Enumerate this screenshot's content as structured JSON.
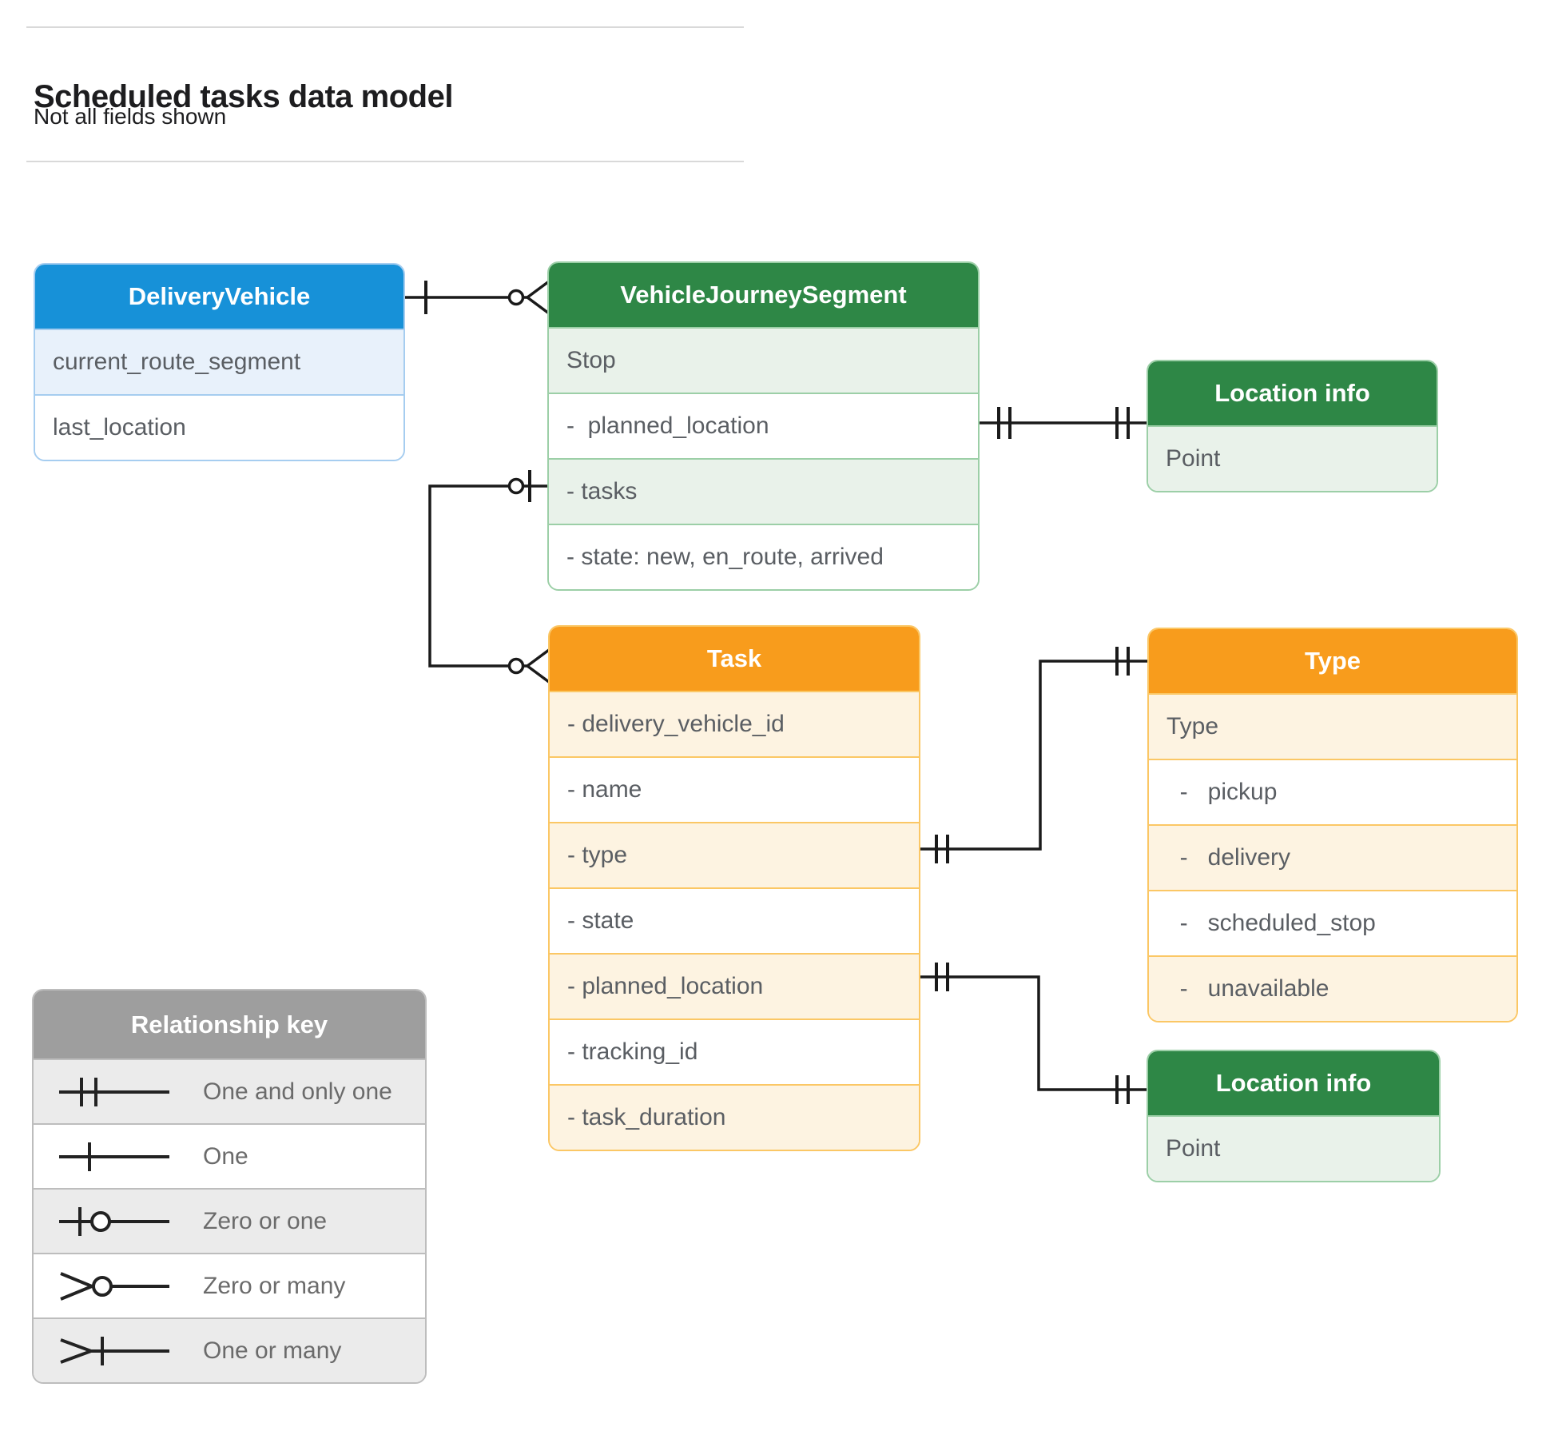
{
  "page": {
    "title": "Scheduled tasks data model",
    "subtitle": "Not all fields shown"
  },
  "entities": {
    "delivery_vehicle": {
      "title": "DeliveryVehicle",
      "rows": [
        "current_route_segment",
        "last_location"
      ]
    },
    "vehicle_journey_segment": {
      "title": "VehicleJourneySegment",
      "rows": [
        "Stop",
        "-  planned_location",
        "- tasks",
        "- state: new, en_route, arrived"
      ]
    },
    "location_info_top": {
      "title": "Location info",
      "rows": [
        "Point"
      ]
    },
    "task": {
      "title": "Task",
      "rows": [
        "- delivery_vehicle_id",
        "- name",
        "- type",
        "- state",
        "- planned_location",
        "- tracking_id",
        "- task_duration"
      ]
    },
    "type": {
      "title": "Type",
      "rows": [
        "Type",
        "  -   pickup",
        "  -   delivery",
        "  -   scheduled_stop",
        "  -   unavailable"
      ]
    },
    "location_info_bottom": {
      "title": "Location info",
      "rows": [
        "Point"
      ]
    }
  },
  "legend": {
    "title": "Relationship key",
    "items": [
      {
        "id": "one-and-only-one",
        "label": "One and only one"
      },
      {
        "id": "one",
        "label": "One"
      },
      {
        "id": "zero-or-one",
        "label": "Zero or one"
      },
      {
        "id": "zero-or-many",
        "label": "Zero or many"
      },
      {
        "id": "one-or-many",
        "label": "One or many"
      }
    ]
  },
  "relationships": [
    {
      "from": "DeliveryVehicle",
      "to": "VehicleJourneySegment",
      "from_cardinality": "one",
      "to_cardinality": "zero-or-many"
    },
    {
      "from": "VehicleJourneySegment.planned_location",
      "to": "Location info",
      "from_cardinality": "one-and-only-one",
      "to_cardinality": "one-and-only-one"
    },
    {
      "from": "VehicleJourneySegment.tasks",
      "to": "Task",
      "from_cardinality": "zero-or-one",
      "to_cardinality": "zero-or-many"
    },
    {
      "from": "Task.type",
      "to": "Type",
      "from_cardinality": "one-and-only-one",
      "to_cardinality": "one-and-only-one"
    },
    {
      "from": "Task.planned_location",
      "to": "Location info",
      "from_cardinality": "one-and-only-one",
      "to_cardinality": "one-and-only-one"
    }
  ],
  "colors": {
    "blue_header": "#1791d8",
    "blue_tint": "#e8f1fb",
    "blue_border": "#a6cdf0",
    "green_header": "#2e8746",
    "green_tint": "#e9f2ea",
    "green_border": "#9ccfa7",
    "orange_header": "#f89c1c",
    "orange_tint": "#fdf3e1",
    "orange_border": "#fbc765",
    "gray_header": "#9e9e9e",
    "gray_tint": "#ebebeb",
    "gray_border": "#bdbdbd",
    "row_text": "#5a5e63",
    "legend_text": "#6b6b6b"
  }
}
